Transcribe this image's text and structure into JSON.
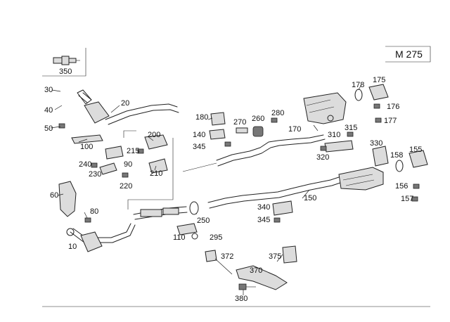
{
  "model_label": "M 275",
  "callouts": [
    {
      "id": "c350",
      "text": "350"
    },
    {
      "id": "c30",
      "text": "30"
    },
    {
      "id": "c40",
      "text": "40"
    },
    {
      "id": "c50",
      "text": "50"
    },
    {
      "id": "c20",
      "text": "20"
    },
    {
      "id": "c100",
      "text": "100"
    },
    {
      "id": "c200",
      "text": "200"
    },
    {
      "id": "c215",
      "text": "215"
    },
    {
      "id": "c240",
      "text": "240"
    },
    {
      "id": "c90",
      "text": "90"
    },
    {
      "id": "c230",
      "text": "230"
    },
    {
      "id": "c210",
      "text": "210"
    },
    {
      "id": "c220",
      "text": "220"
    },
    {
      "id": "c60",
      "text": "60"
    },
    {
      "id": "c80",
      "text": "80"
    },
    {
      "id": "c10",
      "text": "10"
    },
    {
      "id": "c180",
      "text": "180"
    },
    {
      "id": "c140",
      "text": "140"
    },
    {
      "id": "c345a",
      "text": "345"
    },
    {
      "id": "c270",
      "text": "270"
    },
    {
      "id": "c260",
      "text": "260"
    },
    {
      "id": "c280",
      "text": "280"
    },
    {
      "id": "c170",
      "text": "170"
    },
    {
      "id": "c178a",
      "text": "178"
    },
    {
      "id": "c175",
      "text": "175"
    },
    {
      "id": "c176",
      "text": "176"
    },
    {
      "id": "c177",
      "text": "177"
    },
    {
      "id": "c310",
      "text": "310"
    },
    {
      "id": "c315",
      "text": "315"
    },
    {
      "id": "c320",
      "text": "320"
    },
    {
      "id": "c330",
      "text": "330"
    },
    {
      "id": "c158",
      "text": "158"
    },
    {
      "id": "c155",
      "text": "155"
    },
    {
      "id": "c156",
      "text": "156"
    },
    {
      "id": "c157",
      "text": "157"
    },
    {
      "id": "c150",
      "text": "150"
    },
    {
      "id": "c340",
      "text": "340"
    },
    {
      "id": "c345b",
      "text": "345"
    },
    {
      "id": "c250",
      "text": "250"
    },
    {
      "id": "c110",
      "text": "110"
    },
    {
      "id": "c295",
      "text": "295"
    },
    {
      "id": "c372",
      "text": "372"
    },
    {
      "id": "c375",
      "text": "375"
    },
    {
      "id": "c370",
      "text": "370"
    },
    {
      "id": "c380",
      "text": "380"
    }
  ]
}
